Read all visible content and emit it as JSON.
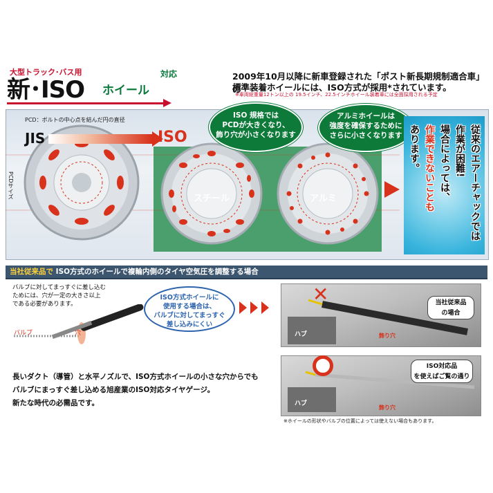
{
  "header": {
    "subtitle": "大型トラック･バス用",
    "title_prefix": "新･",
    "title_iso": "ISO",
    "title_wheel": "ホイール",
    "title_taiou": "対応",
    "headline_line1": "2009年10月以降に新車登録された「ポスト新長期規制適合車」の",
    "headline_line2": "標準装着ホイールには、ISO方式が採用*されています。",
    "headline_note": "※車両総重量12トン以上の 19.5インチ、22.5インチホイール装着車には全面採用される予定"
  },
  "top_panel": {
    "pcd_note": "PCD：ボルトの中心点を結んだ円の直径",
    "pcd_side_label": "PCDサイズ",
    "jis_label": "JIS",
    "iso_label": "ISO",
    "bubble_left": [
      "ISO 規格では",
      "PCDが大きくなり、",
      "飾り穴が小さくなります"
    ],
    "bubble_right": [
      "アルミホイールは",
      "強度を確保するために",
      "さらに小さくなります"
    ],
    "wheel_steel_label": "スチール",
    "wheel_alumi_label": "アルミ",
    "blue_panel_columns": [
      {
        "text": "従来のエアーチャックでは",
        "red": false
      },
      {
        "text": "作業が困難!",
        "red": false
      },
      {
        "text": "場合によっては、",
        "red": false
      },
      {
        "text": "作業できないことも",
        "red": true
      },
      {
        "text": "あります。",
        "red": false
      }
    ]
  },
  "section_bar": {
    "highlight": "当社従来品で",
    "rest": "ISO方式のホイールで複輪内側のタイヤ空気圧を調整する場合"
  },
  "lower_left": {
    "valve_note": [
      "バルブに対してまっすぐに差し込む",
      "ためには、穴が一定の大きさ以上",
      "である必要があります。"
    ],
    "valve_label": "バルブ",
    "hole_label": "穴",
    "bubble_blue": [
      "ISO方式ホイールに",
      "使用する場合は、",
      "バルブに対してまっすぐ",
      "差し込みにくい"
    ],
    "description": [
      "長いダクト（導管）と水平ノズルで、ISO方式ホイールの小さな穴からでも",
      "バルブにまっすぐ差し込める旭産業のISO対応タイヤゲージ。",
      "新たな時代の必需品です。"
    ]
  },
  "lower_right": {
    "photo1_tag": [
      "当社従来品",
      "の場合"
    ],
    "photo2_tag": [
      "ISO対応品",
      "を使えばご覧の通り"
    ],
    "hub_label": "ハブ",
    "hole_label": "飾り穴",
    "footnote": "※ホイールの形状やバルブの位置によっては使えない場合もあります。"
  },
  "colors": {
    "brand_red": "#d8321c",
    "brand_green": "#0e7a3a",
    "panel_green": "#4b9f6c",
    "section_blue": "#3d5670",
    "accent_blue": "#2d64ae"
  }
}
